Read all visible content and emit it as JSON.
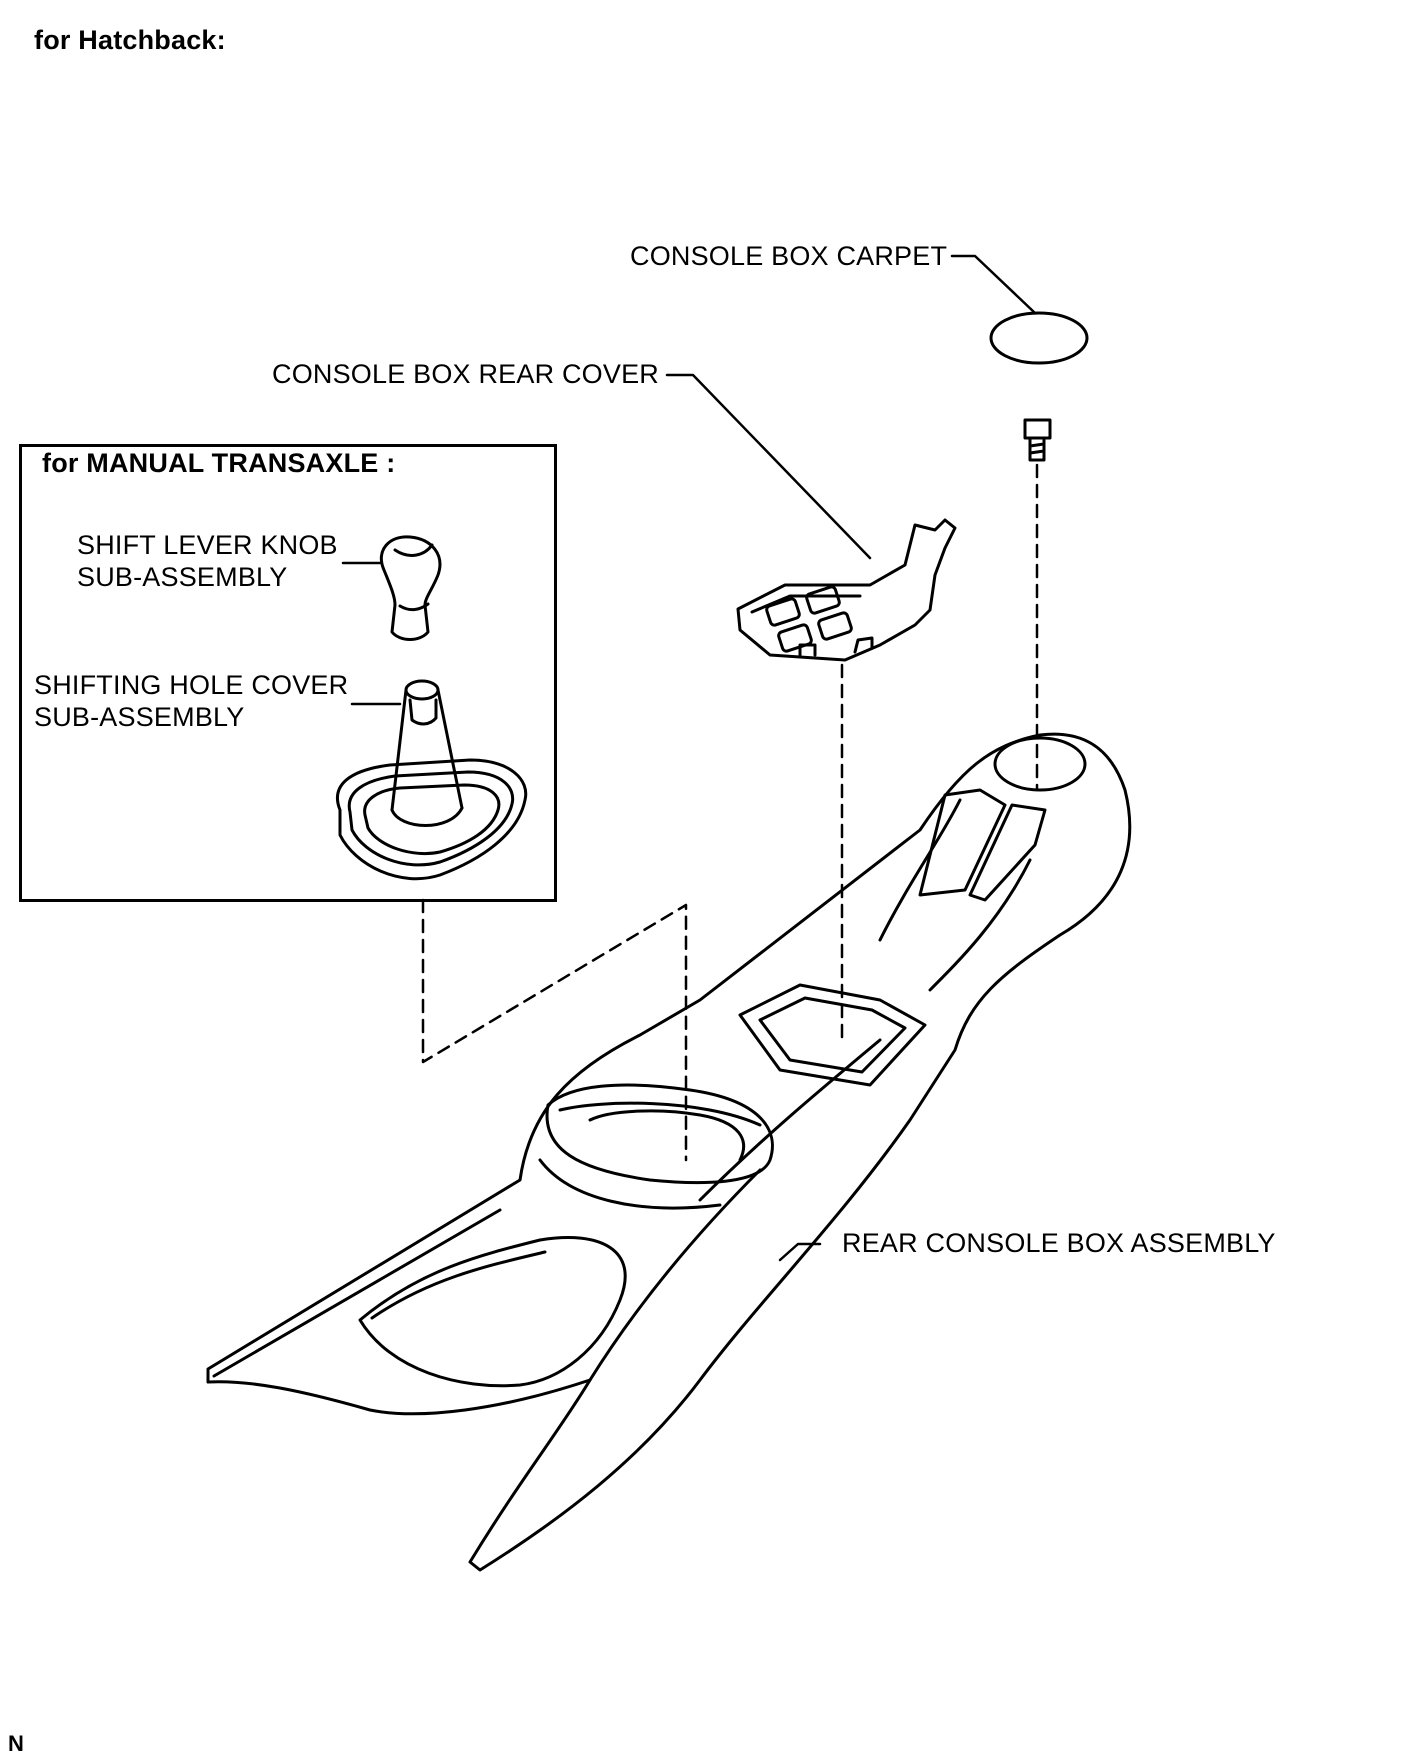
{
  "heading": "for Hatchback:",
  "inset": {
    "title": "for MANUAL TRANSAXLE :",
    "knob_label": [
      "SHIFT LEVER KNOB",
      "SUB-ASSEMBLY"
    ],
    "hole_cover_label": [
      "SHIFTING HOLE COVER",
      "SUB-ASSEMBLY"
    ]
  },
  "callouts": {
    "carpet": "CONSOLE BOX CARPET",
    "rear_cover": "CONSOLE BOX REAR COVER",
    "console_assembly": "REAR CONSOLE BOX ASSEMBLY"
  },
  "footer_code": "N"
}
